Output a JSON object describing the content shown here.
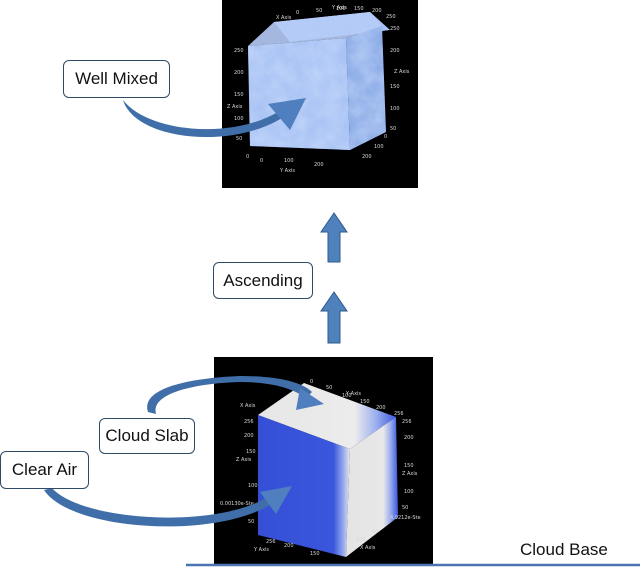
{
  "labels": {
    "well_mixed": "Well Mixed",
    "ascending": "Ascending",
    "cloud_slab": "Cloud Slab",
    "clear_air": "Clear Air",
    "cloud_base": "Cloud Base"
  },
  "top_cube_axes": {
    "x_axis_top": "X Axis",
    "y_axis_top": "Y Axis",
    "z_axis_left": "Z Axis",
    "z_axis_right": "Z Axis",
    "y_axis_bottom": "Y Axis",
    "ticks_left": [
      "250",
      "200",
      "150",
      "100",
      "50",
      "0"
    ],
    "ticks_right": [
      "250",
      "200",
      "150",
      "100",
      "50"
    ],
    "ticks_bottom_y": [
      "0",
      "100",
      "200"
    ],
    "ticks_bottom_x": [
      "200",
      "100",
      "0"
    ],
    "ticks_top": [
      "0",
      "50",
      "100",
      "150",
      "200",
      "250"
    ]
  },
  "bottom_cube_axes": {
    "x_axis_top": "X Axis",
    "y_axis_top": "Y Axis",
    "z_axis_left": "Z Axis",
    "z_axis_right": "Z Axis",
    "x_axis_bottom": "X Axis",
    "y_axis_bottom": "Y Axis",
    "label_left": "0.00130e-Ste",
    "label_right": "4.9212e-Ste",
    "ticks_left": [
      "256",
      "200",
      "150",
      "100",
      "50"
    ],
    "ticks_right": [
      "256",
      "200",
      "150",
      "100",
      "50"
    ],
    "ticks_bottom": [
      "256",
      "200",
      "150",
      "100",
      "50",
      "0"
    ],
    "ticks_top": [
      "0",
      "50",
      "100",
      "150",
      "200",
      "256"
    ]
  },
  "colors": {
    "arrow_blue": "#4f81bd",
    "arrow_outline": "#2c5a8c",
    "cloud_base_line": "#4a74b5",
    "slab_blue": "#3a55d9",
    "slab_white": "#e6e6e6",
    "mixed_blue": "#8fb0f0"
  }
}
